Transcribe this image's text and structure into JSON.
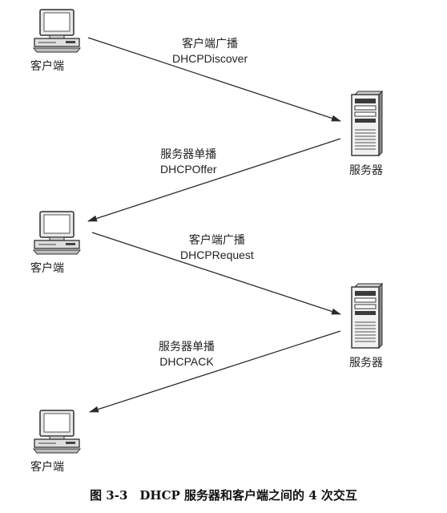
{
  "nodes": {
    "client_label": "客户端",
    "server_label": "服务器"
  },
  "messages": [
    {
      "type": "客户端广播",
      "packet": "DHCPDiscover"
    },
    {
      "type": "服务器单播",
      "packet": "DHCPOffer"
    },
    {
      "type": "客户端广播",
      "packet": "DHCPRequest"
    },
    {
      "type": "服务器单播",
      "packet": "DHCPACK"
    }
  ],
  "caption": "图 3-3　DHCP 服务器和客户端之间的 4 次交互",
  "icons": {
    "client": "desktop-computer-icon",
    "server": "tower-server-icon"
  },
  "colors": {
    "line": "#2a2a2a",
    "device_fill": "#f2f2f2",
    "device_dark": "#3a3a3a"
  }
}
